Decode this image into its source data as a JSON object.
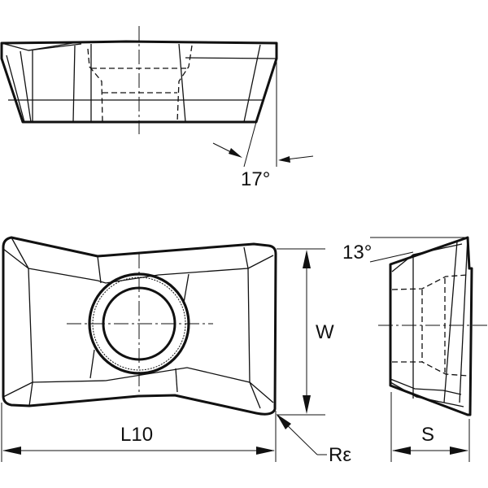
{
  "diagram": {
    "type": "technical-drawing",
    "subject": "indexable milling insert",
    "views": [
      "side-view-top",
      "plan-view",
      "end-view"
    ],
    "line_color": "#111111",
    "background": "#ffffff"
  },
  "labels": {
    "clearance_angle_top": "17°",
    "clearance_angle_end": "13°",
    "width": "W",
    "length": "L10",
    "thickness": "S",
    "corner_radius": "Rε"
  }
}
